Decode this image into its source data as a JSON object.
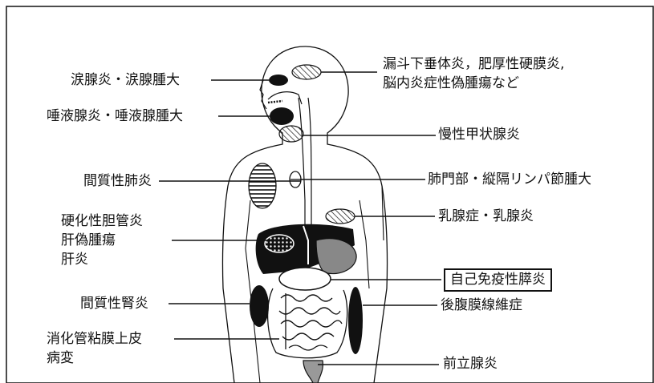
{
  "labels": {
    "lacrimal": "涙腺炎・涙腺腫大",
    "salivary": "唾液腺炎・唾液腺腫大",
    "interstitial_lung": "間質性肺炎",
    "biliary_1": "硬化性胆管炎",
    "biliary_2": "肝偽腫瘍",
    "biliary_3": "肝炎",
    "interstitial_kidney": "間質性腎炎",
    "gi_1": "消化管粘膜上皮",
    "gi_2": "病変",
    "pituitary_1": "漏斗下垂体炎，肥厚性硬膜炎,",
    "pituitary_2": "脳内炎症性偽腫瘍など",
    "thyroid": "慢性甲状腺炎",
    "hilar": "肺門部・縦隔リンパ節腫大",
    "mammary": "乳腺症・乳腺炎",
    "pancreatitis": "自己免疫性膵炎",
    "retroperitoneal": "後腹膜線維症",
    "prostate": "前立腺炎"
  }
}
